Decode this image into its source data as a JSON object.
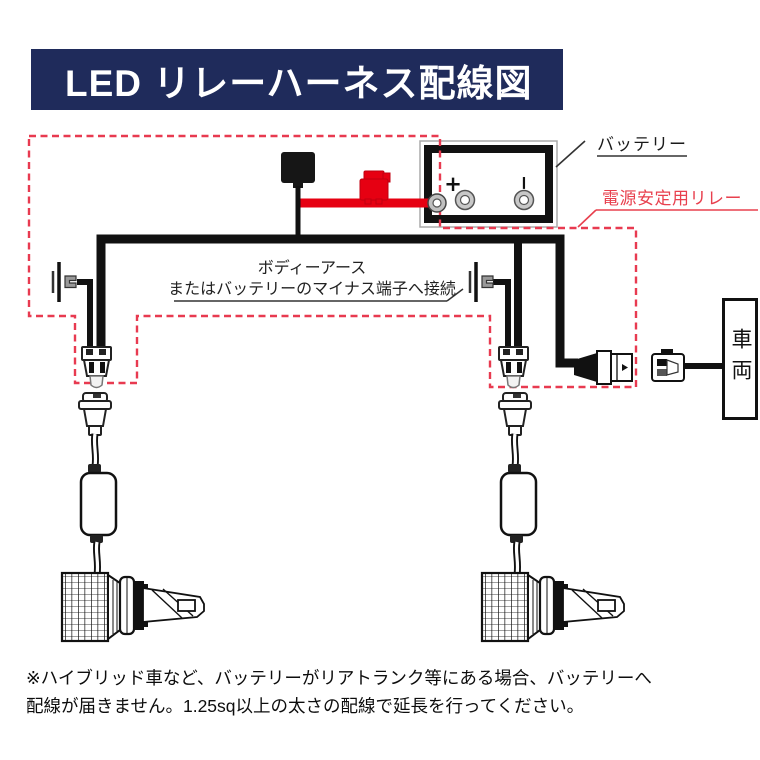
{
  "header": {
    "title": "LED リレーハーネス配線図",
    "bg_color": "#1f2b5b",
    "text_color": "#ffffff"
  },
  "diagram": {
    "labels": {
      "battery": "バッテリー",
      "power_relay": "電源安定用リレー",
      "ground_line1": "ボディーアース",
      "ground_line2": "またはバッテリーのマイナス端子へ接続",
      "vehicle": "車両",
      "battery_positive": "+",
      "battery_negative": "−"
    },
    "colors": {
      "wire_red": "#e60012",
      "dashed_outline_red": "#e83a50",
      "label_red": "#e8404e",
      "wire_black": "#111111",
      "header_navy": "#1f2b5b"
    }
  },
  "footer": {
    "line1": "※ハイブリッド車など、バッテリーがリアトランク等にある場合、バッテリーへ",
    "line2": "配線が届きません。1.25sq以上の太さの配線で延長を行ってください。"
  }
}
